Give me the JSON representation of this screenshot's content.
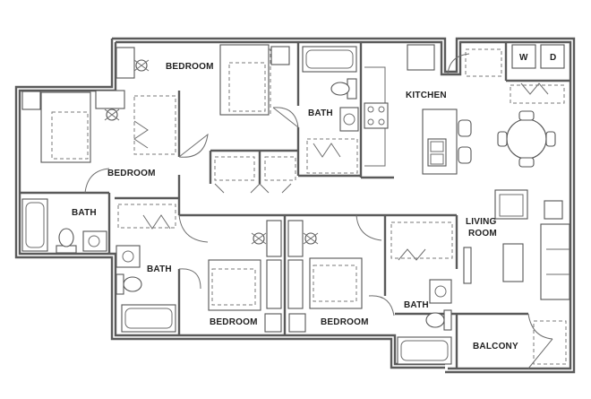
{
  "rooms": {
    "bedroom_top": "BEDROOM",
    "bedroom_left": "BEDROOM",
    "bedroom_center_left": "BEDROOM",
    "bedroom_center_right": "BEDROOM",
    "bath_top": "BATH",
    "bath_left": "BATH",
    "bath_center": "BATH",
    "bath_right": "BATH",
    "kitchen": "KITCHEN",
    "living_line1": "LIVING",
    "living_line2": "ROOM",
    "balcony": "BALCONY"
  },
  "appliances": {
    "washer": "W",
    "dryer": "D"
  }
}
